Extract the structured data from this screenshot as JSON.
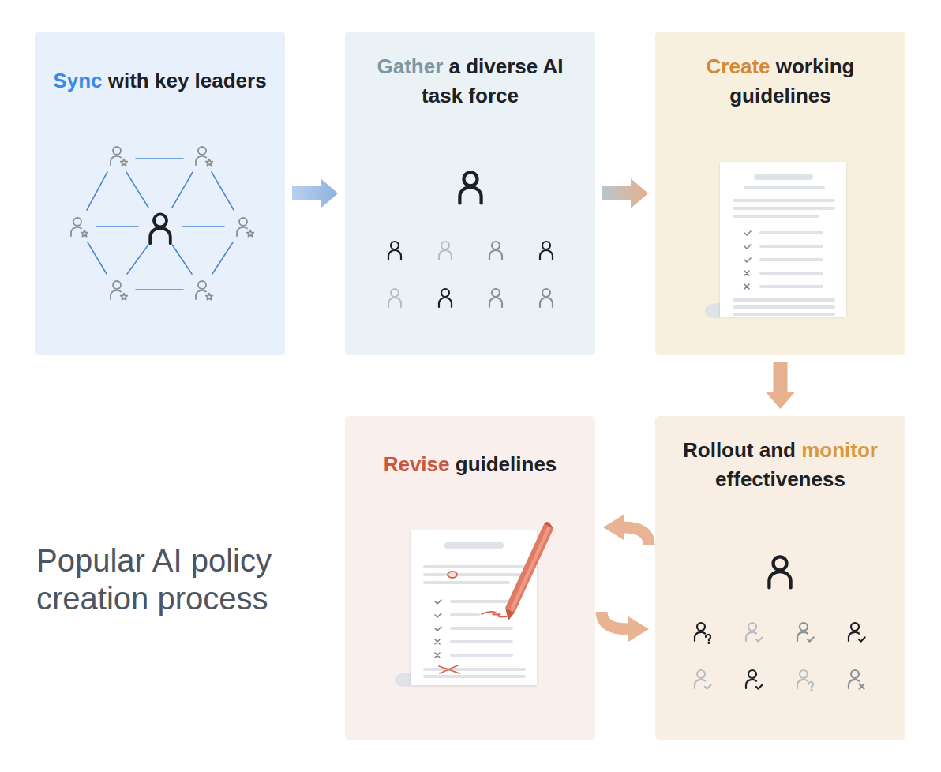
{
  "diagram": {
    "title": "Popular AI policy creation process",
    "nodes": [
      {
        "text": [
          "Sync",
          "with key leaders"
        ]
      },
      {
        "text": [
          "Gather",
          "a diverse AI task force"
        ]
      },
      {
        "text": [
          "Create",
          "working guidelines"
        ]
      },
      {
        "text": [
          "Revise",
          "guidelines"
        ]
      },
      {
        "text": [
          "Rollout and",
          "monitor",
          "effectiveness"
        ]
      }
    ],
    "edges": [
      {
        "from": 0,
        "to": 1,
        "arrow": "to"
      },
      {
        "from": 1,
        "to": 2,
        "arrow": "to"
      },
      {
        "from": 2,
        "to": 4,
        "arrow": "to"
      },
      {
        "from": 4,
        "to": 3,
        "arrow": "to"
      },
      {
        "from": 3,
        "to": 4,
        "arrow": "to"
      }
    ]
  }
}
